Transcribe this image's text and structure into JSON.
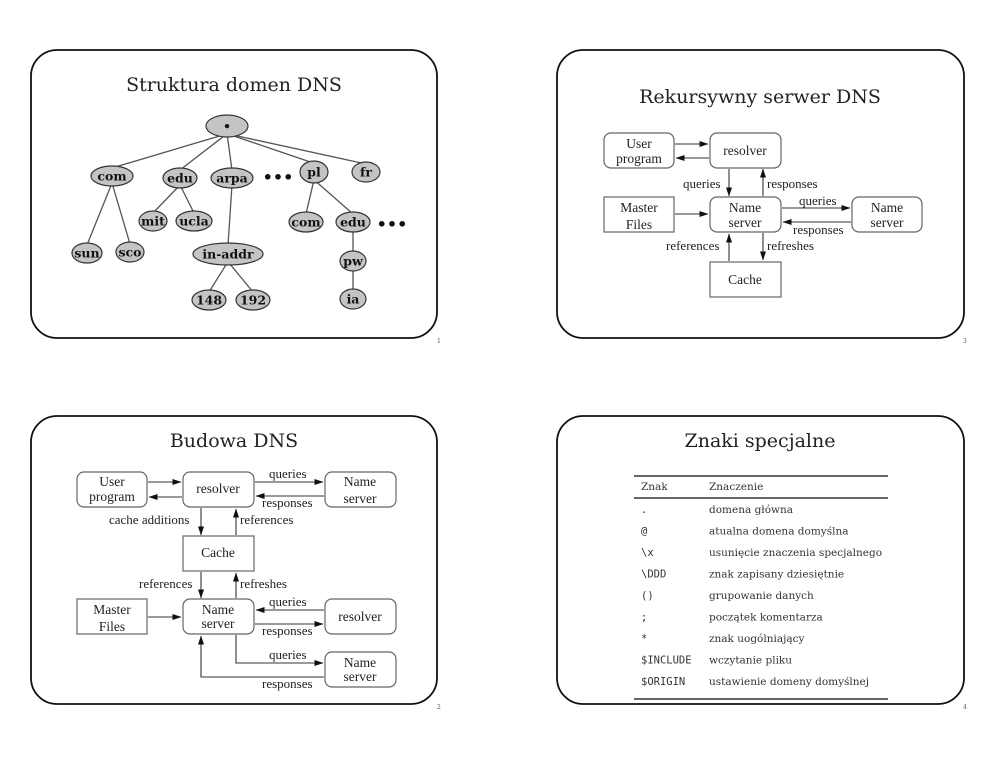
{
  "slides": [
    {
      "page_number": "1",
      "title": "Struktura domen DNS",
      "tree": {
        "nodes": [
          {
            "id": "root",
            "label": "•"
          },
          {
            "id": "com",
            "label": "com"
          },
          {
            "id": "edu",
            "label": "edu"
          },
          {
            "id": "arpa",
            "label": "arpa"
          },
          {
            "id": "pl",
            "label": "pl"
          },
          {
            "id": "fr",
            "label": "fr"
          },
          {
            "id": "sun",
            "label": "sun"
          },
          {
            "id": "sco",
            "label": "sco"
          },
          {
            "id": "mit",
            "label": "mit"
          },
          {
            "id": "ucla",
            "label": "ucla"
          },
          {
            "id": "in-addr",
            "label": "in-addr"
          },
          {
            "id": "148",
            "label": "148"
          },
          {
            "id": "192",
            "label": "192"
          },
          {
            "id": "pl-com",
            "label": "com"
          },
          {
            "id": "pl-edu",
            "label": "edu"
          },
          {
            "id": "pw",
            "label": "pw"
          },
          {
            "id": "ia",
            "label": "ia"
          }
        ],
        "edges": [
          [
            "root",
            "com"
          ],
          [
            "root",
            "edu"
          ],
          [
            "root",
            "arpa"
          ],
          [
            "root",
            "pl"
          ],
          [
            "root",
            "fr"
          ],
          [
            "com",
            "sun"
          ],
          [
            "com",
            "sco"
          ],
          [
            "edu",
            "mit"
          ],
          [
            "edu",
            "ucla"
          ],
          [
            "arpa",
            "in-addr"
          ],
          [
            "in-addr",
            "148"
          ],
          [
            "in-addr",
            "192"
          ],
          [
            "pl",
            "pl-com"
          ],
          [
            "pl",
            "pl-edu"
          ],
          [
            "pl-edu",
            "pw"
          ],
          [
            "pw",
            "ia"
          ]
        ],
        "ellipsis": [
          "•••",
          "•••"
        ]
      }
    },
    {
      "page_number": "3",
      "title": "Rekursywny serwer DNS",
      "boxes": {
        "user_program": [
          "User",
          "program"
        ],
        "resolver": [
          "resolver"
        ],
        "master_files": [
          "Master",
          "Files"
        ],
        "name_server": [
          "Name",
          "server"
        ],
        "remote_name_server": [
          "Name",
          "server"
        ],
        "cache": [
          "Cache"
        ]
      },
      "arrow_labels": {
        "queries_down": "queries",
        "responses_up": "responses",
        "queries_right": "queries",
        "responses_left": "responses",
        "references": "references",
        "refreshes": "refreshes"
      }
    },
    {
      "page_number": "2",
      "title": "Budowa DNS",
      "boxes": {
        "user_program": [
          "User",
          "program"
        ],
        "resolver": [
          "resolver"
        ],
        "remote_name_server_top": [
          "Name",
          "server"
        ],
        "cache": [
          "Cache"
        ],
        "master_files": [
          "Master",
          "Files"
        ],
        "name_server": [
          "Name",
          "server"
        ],
        "remote_resolver": [
          "resolver"
        ],
        "remote_name_server_bottom": [
          "Name",
          "server"
        ]
      },
      "arrow_labels": {
        "queries_top": "queries",
        "responses_top": "responses",
        "cache_additions": "cache additions",
        "references_up": "references",
        "references_down": "references",
        "refreshes": "refreshes",
        "queries_in": "queries",
        "responses_out": "responses",
        "queries_out": "queries",
        "responses_in": "responses"
      }
    },
    {
      "page_number": "4",
      "title": "Znaki specjalne",
      "table": {
        "headers": [
          "Znak",
          "Znaczenie"
        ],
        "rows": [
          [
            ".",
            "domena główna"
          ],
          [
            "@",
            "atualna domena domyślna"
          ],
          [
            "\\x",
            "usunięcie znaczenia specjalnego"
          ],
          [
            "\\DDD",
            "znak zapisany dziesiętnie"
          ],
          [
            "()",
            "grupowanie danych"
          ],
          [
            ";",
            "początek komentarza"
          ],
          [
            "*",
            "znak uogólniający"
          ],
          [
            "$INCLUDE",
            "wczytanie pliku"
          ],
          [
            "$ORIGIN",
            "ustawienie domeny domyślnej"
          ]
        ]
      }
    }
  ]
}
